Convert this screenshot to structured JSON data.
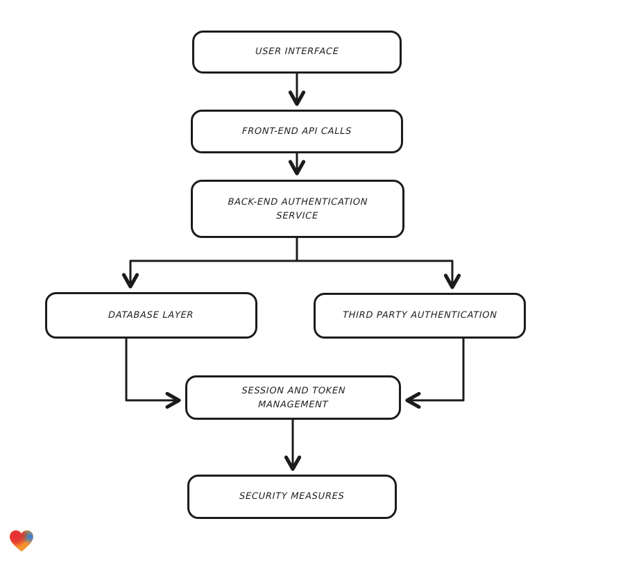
{
  "diagram": {
    "type": "flowchart",
    "background_color": "#ffffff",
    "stroke_color": "#1b1b1b",
    "node_fill_color": "#ffffff",
    "nodes": {
      "user_interface": {
        "label": "USER INTERFACE"
      },
      "front_end_api_calls": {
        "label": "FRONT-END API CALLS"
      },
      "back_end_auth_service": {
        "label": "BACK-END AUTHENTICATION SERVICE"
      },
      "database_layer": {
        "label": "DATABASE LAYER"
      },
      "third_party_auth": {
        "label": "THIRD PARTY AUTHENTICATION"
      },
      "session_token_mgmt": {
        "label": "SESSION AND TOKEN MANAGEMENT"
      },
      "security_measures": {
        "label": "SECURITY MEASURES"
      }
    },
    "edges": [
      {
        "from": "user_interface",
        "to": "front_end_api_calls"
      },
      {
        "from": "front_end_api_calls",
        "to": "back_end_auth_service"
      },
      {
        "from": "back_end_auth_service",
        "to": "database_layer"
      },
      {
        "from": "back_end_auth_service",
        "to": "third_party_auth"
      },
      {
        "from": "database_layer",
        "to": "session_token_mgmt"
      },
      {
        "from": "third_party_auth",
        "to": "session_token_mgmt"
      },
      {
        "from": "session_token_mgmt",
        "to": "security_measures"
      }
    ],
    "logo": {
      "icon": "gradient-heart-icon",
      "colors": {
        "red": "#e62e34",
        "orange": "#f5942c",
        "green": "#3fa544",
        "blue": "#2b7de0"
      }
    }
  }
}
